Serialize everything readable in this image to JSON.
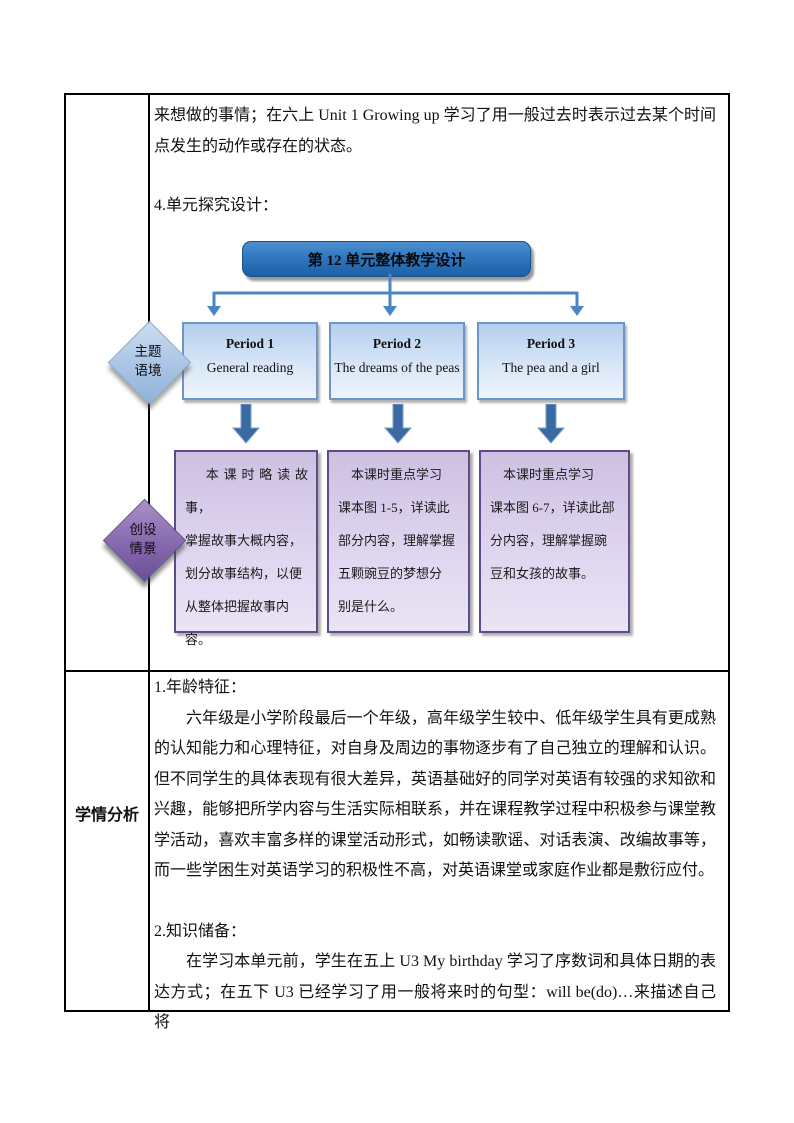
{
  "colors": {
    "title_box_blue": "#2e75b6",
    "period_box_fill": "#c7dbf3",
    "period_box_border": "#6d96c8",
    "detail_box_fill": "#d5cbe8",
    "detail_box_border": "#5d4b8a",
    "connector_blue": "#4a86c5",
    "arrow_blue": "#3a6aa4",
    "theme_diamond_blue": "#a9c4e4",
    "context_diamond_purple": "#7d62a8"
  },
  "row1": {
    "intro": "来想做的事情；在六上 Unit 1 Growing up 学习了用一般过去时表示过去某个时间点发生的动作或存在的状态。",
    "section_label": "4.单元探究设计：",
    "flowchart": {
      "title": "第 12 单元整体教学设计",
      "diamonds": [
        {
          "label": "主题\n语境"
        },
        {
          "label": "创设\n情景"
        }
      ],
      "periods": [
        {
          "name": "Period 1",
          "subtitle": "General reading",
          "detail": "本课时略读故事，\n掌握故事大概内容，\n划分故事结构，以便\n从整体把握故事内\n容。"
        },
        {
          "name": "Period 2",
          "subtitle": "The dreams of the peas",
          "detail": "本课时重点学习\n课本图 1-5，详读此\n部分内容，理解掌握\n五颗豌豆的梦想分\n别是什么。"
        },
        {
          "name": "Period 3",
          "subtitle": "The pea and a girl",
          "detail": "本课时重点学习\n课本图 6-7，详读此部\n分内容，理解掌握豌\n豆和女孩的故事。"
        }
      ]
    }
  },
  "row2": {
    "header": "学情分析",
    "sections": [
      {
        "heading": "1.年龄特征：",
        "body": "六年级是小学阶段最后一个年级，高年级学生较中、低年级学生具有更成熟的认知能力和心理特征，对自身及周边的事物逐步有了自己独立的理解和认识。但不同学生的具体表现有很大差异，英语基础好的同学对英语有较强的求知欲和兴趣，能够把所学内容与生活实际相联系，并在课程教学过程中积极参与课堂教学活动，喜欢丰富多样的课堂活动形式，如畅读歌谣、对话表演、改编故事等，而一些学困生对英语学习的积极性不高，对英语课堂或家庭作业都是敷衍应付。"
      },
      {
        "heading": "2.知识储备：",
        "body": "在学习本单元前，学生在五上 U3 My birthday 学习了序数词和具体日期的表达方式；在五下 U3 已经学习了用一般将来时的句型：will be(do)…来描述自己将"
      }
    ]
  }
}
